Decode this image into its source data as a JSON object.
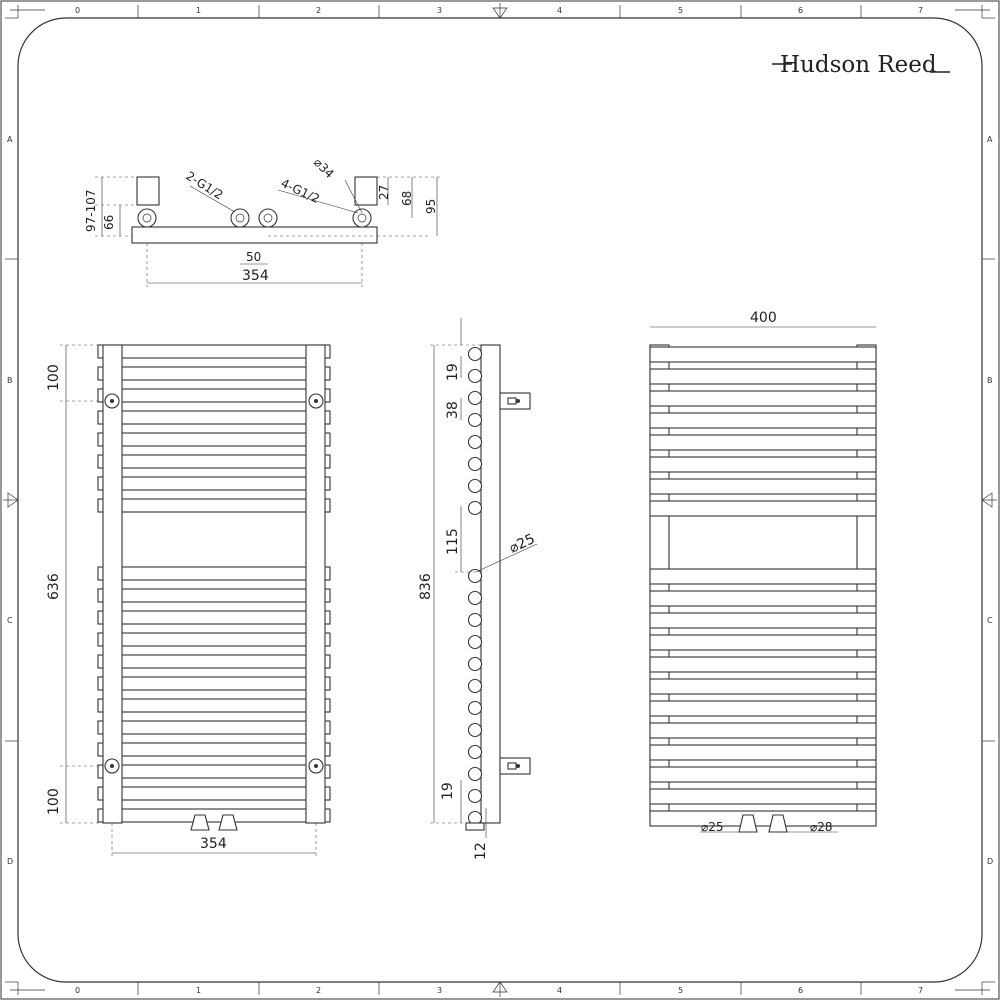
{
  "brand": {
    "name": "Hudson Reed"
  },
  "border": {
    "columns": [
      "0",
      "1",
      "2",
      "3",
      "4",
      "5",
      "6",
      "7"
    ],
    "rows": [
      "A",
      "B",
      "C",
      "D"
    ]
  },
  "top_view": {
    "dims": {
      "left_height_total": "97-107",
      "left_height": "66",
      "connection_a": "2-G1/2",
      "connection_b": "4-G1/2",
      "valve_dia": "⌀34",
      "right_offset": "27",
      "right_mid": "68",
      "right_total": "95",
      "spacing": "50",
      "centres": "354"
    }
  },
  "front_view": {
    "dims": {
      "top": "100",
      "middle": "636",
      "bottom": "100",
      "centres": "354"
    }
  },
  "side_view": {
    "dims": {
      "top_gap": "19",
      "pitch": "38",
      "section_gap": "115",
      "tube_dia": "⌀25",
      "height": "836",
      "bottom_gap": "19",
      "base": "12"
    }
  },
  "rear_view": {
    "dims": {
      "width": "400",
      "left_valve": "⌀25",
      "right_valve": "⌀28"
    }
  }
}
